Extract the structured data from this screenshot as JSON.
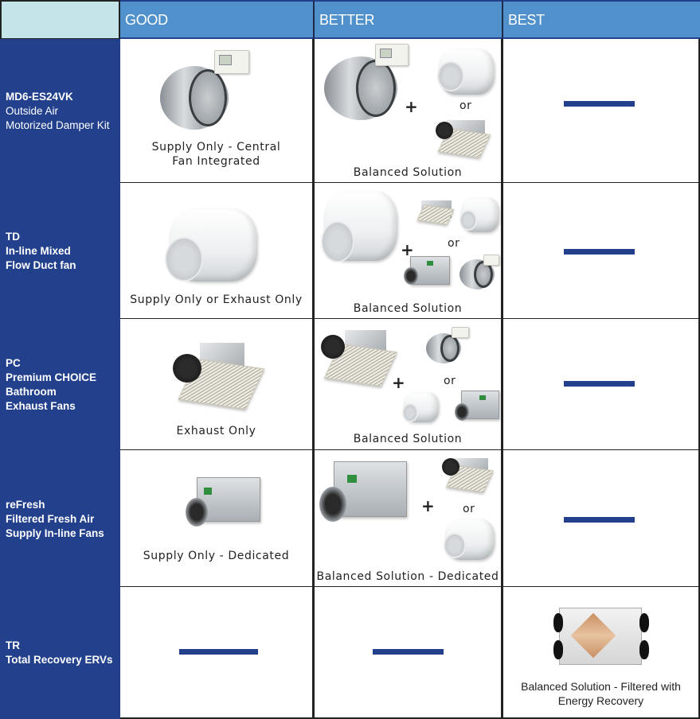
{
  "header": {
    "columns": [
      "GOOD",
      "BETTER",
      "BEST"
    ]
  },
  "rows": [
    {
      "code": "MD6-ES24VK",
      "name_lines": [
        "Outside Air",
        "Motorized Damper Kit"
      ],
      "good": {
        "caption_lines": [
          "Supply Only - Central",
          "Fan Integrated"
        ]
      },
      "better": {
        "caption": "Balanced Solution",
        "plus": "+",
        "or": "or"
      },
      "best": {
        "empty": true
      }
    },
    {
      "code": "TD",
      "name_lines": [
        "In-line Mixed",
        "Flow Duct fan"
      ],
      "good": {
        "caption": "Supply Only or Exhaust Only"
      },
      "better": {
        "caption": "Balanced Solution",
        "plus": "+",
        "or": "or"
      },
      "best": {
        "empty": true
      }
    },
    {
      "code": "PC",
      "name_lines": [
        "Premium CHOICE",
        "Bathroom",
        "Exhaust Fans"
      ],
      "good": {
        "caption": "Exhaust Only"
      },
      "better": {
        "caption": "Balanced Solution",
        "plus": "+",
        "or": "or"
      },
      "best": {
        "empty": true
      }
    },
    {
      "code": "reFresh",
      "name_lines": [
        "Filtered Fresh Air",
        "Supply In-line Fans"
      ],
      "good": {
        "caption": "Supply Only - Dedicated"
      },
      "better": {
        "caption": "Balanced Solution - Dedicated",
        "plus": "+",
        "or": "or"
      },
      "best": {
        "empty": true
      }
    },
    {
      "code": "TR",
      "name_lines": [
        "Total Recovery ERVs"
      ],
      "good": {
        "empty": true
      },
      "better": {
        "empty": true
      },
      "best": {
        "caption_lines": [
          "Balanced Solution - Filtered with",
          "Energy Recovery"
        ]
      }
    }
  ],
  "colors": {
    "header_blue": "#5191cb",
    "row_label_navy": "#22408c",
    "corner_cell": "#c5e4ea",
    "dash": "#22408c",
    "grid_line": "#222222"
  }
}
